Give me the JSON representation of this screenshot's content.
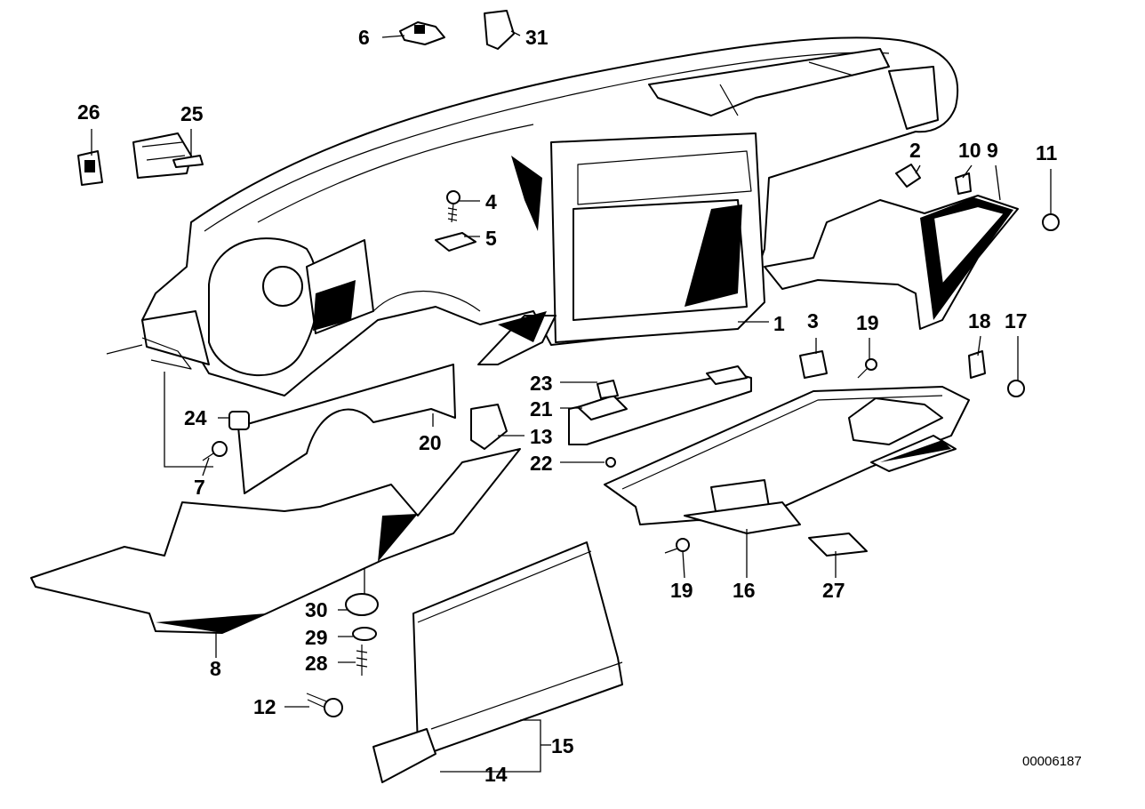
{
  "drawing_number": "00006187",
  "callouts": [
    {
      "id": "c1",
      "text": "1"
    },
    {
      "id": "c2",
      "text": "2"
    },
    {
      "id": "c3",
      "text": "3"
    },
    {
      "id": "c4",
      "text": "4"
    },
    {
      "id": "c5",
      "text": "5"
    },
    {
      "id": "c6",
      "text": "6"
    },
    {
      "id": "c7",
      "text": "7"
    },
    {
      "id": "c8",
      "text": "8"
    },
    {
      "id": "c9",
      "text": "9"
    },
    {
      "id": "c10",
      "text": "10"
    },
    {
      "id": "c11",
      "text": "11"
    },
    {
      "id": "c12",
      "text": "12"
    },
    {
      "id": "c13",
      "text": "13"
    },
    {
      "id": "c14",
      "text": "14"
    },
    {
      "id": "c15",
      "text": "15"
    },
    {
      "id": "c16",
      "text": "16"
    },
    {
      "id": "c17",
      "text": "17"
    },
    {
      "id": "c18",
      "text": "18"
    },
    {
      "id": "c19a",
      "text": "19"
    },
    {
      "id": "c19b",
      "text": "19"
    },
    {
      "id": "c20",
      "text": "20"
    },
    {
      "id": "c21",
      "text": "21"
    },
    {
      "id": "c22",
      "text": "22"
    },
    {
      "id": "c23",
      "text": "23"
    },
    {
      "id": "c24",
      "text": "24"
    },
    {
      "id": "c25",
      "text": "25"
    },
    {
      "id": "c26",
      "text": "26"
    },
    {
      "id": "c27",
      "text": "27"
    },
    {
      "id": "c28",
      "text": "28"
    },
    {
      "id": "c29",
      "text": "29"
    },
    {
      "id": "c30",
      "text": "30"
    },
    {
      "id": "c31",
      "text": "31"
    }
  ]
}
